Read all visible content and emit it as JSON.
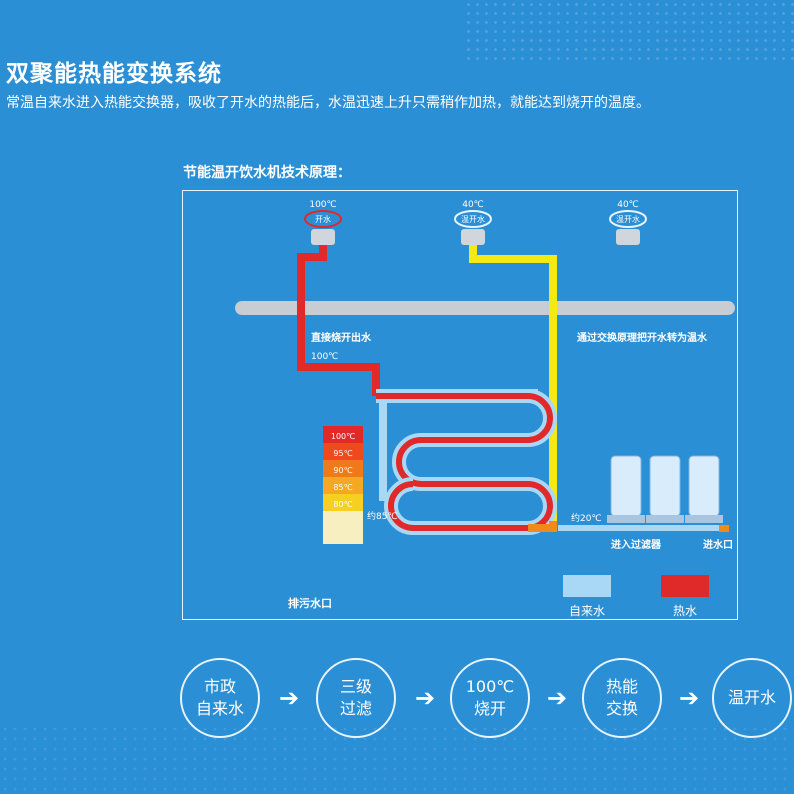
{
  "header": {
    "title": "双聚能热能变换系统",
    "subtitle": "常温自来水进入热能交换器，吸收了开水的热能后，水温迅速上升只需稍作加热，就能达到烧开的温度。"
  },
  "diagram": {
    "title": "节能温开饮水机技术原理：",
    "faucets": [
      {
        "temp": "100℃",
        "label": "开水"
      },
      {
        "temp": "40℃",
        "label": "温开水"
      },
      {
        "temp": "40℃",
        "label": "温开水"
      }
    ],
    "labels": {
      "direct_boil": "直接烧开出水",
      "boil_temp": "100℃",
      "exchange": "通过交换原理把开水转为温水",
      "approx85": "约85℃",
      "approx20": "约20℃",
      "filter_in": "进入过滤器",
      "water_in": "进水口",
      "drain": "排污水口"
    },
    "temp_scale": [
      "100℃",
      "95℃",
      "90℃",
      "85℃",
      "80℃"
    ],
    "legend": [
      {
        "label": "自来水",
        "color": "#a8d8f6"
      },
      {
        "label": "热水",
        "color": "#e02a2a"
      }
    ],
    "colors": {
      "hot": "#e02a2a",
      "cold": "#a8d8f6",
      "warm": "#f2ea12",
      "pipe": "#c8cdd4"
    }
  },
  "process": [
    {
      "label": "市政\n自来水"
    },
    {
      "label": "三级\n过滤"
    },
    {
      "label": "100℃\n烧开"
    },
    {
      "label": "热能\n交换"
    },
    {
      "label": "温开水"
    }
  ],
  "process_arrow": "➔"
}
